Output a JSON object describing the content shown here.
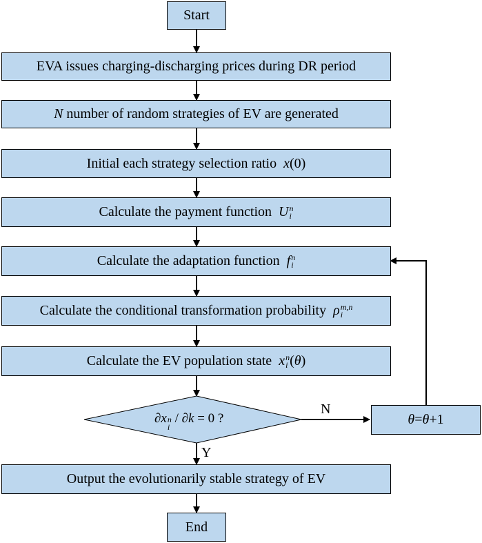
{
  "colors": {
    "box_fill": "#bdd7ee",
    "line": "#000000"
  },
  "nodes": {
    "start": {
      "label": "Start"
    },
    "step1": {
      "label": "EVA issues charging-discharging prices during DR period"
    },
    "step2": {
      "var": "N",
      "label": "number of random strategies of EV are generated"
    },
    "step3": {
      "label": "Initial each strategy selection ratio",
      "math": "x",
      "math_arg": "(0)"
    },
    "step4": {
      "label": "Calculate the payment function",
      "math": "U",
      "sup": "n",
      "sub": "i"
    },
    "step5": {
      "label": "Calculate the adaptation function",
      "math": "f",
      "sup": "n",
      "sub": "i"
    },
    "step6": {
      "label": "Calculate the conditional transformation probability",
      "math": "ρ",
      "sup": "m,n",
      "sub": "i"
    },
    "step7": {
      "label": "Calculate the EV population state",
      "math": "x",
      "sup": "n",
      "sub": "i",
      "math_arg_open": "(",
      "math_arg_var": "θ",
      "math_arg_close": ")"
    },
    "decision": {
      "text": "∂x / ∂k = 0  ?",
      "num": "∂",
      "var1": "x",
      "sup": "n",
      "sub": "i",
      "rest": " / ∂",
      "var2": "k",
      "eq": " = 0  ?"
    },
    "update": {
      "lhs": "θ",
      "eq": " = ",
      "rhs": "θ",
      "plus": " +1"
    },
    "step8": {
      "label": "Output the evolutionarily stable strategy of  EV"
    },
    "end": {
      "label": "End"
    }
  },
  "edges": {
    "no_label": "N",
    "yes_label": "Y"
  }
}
